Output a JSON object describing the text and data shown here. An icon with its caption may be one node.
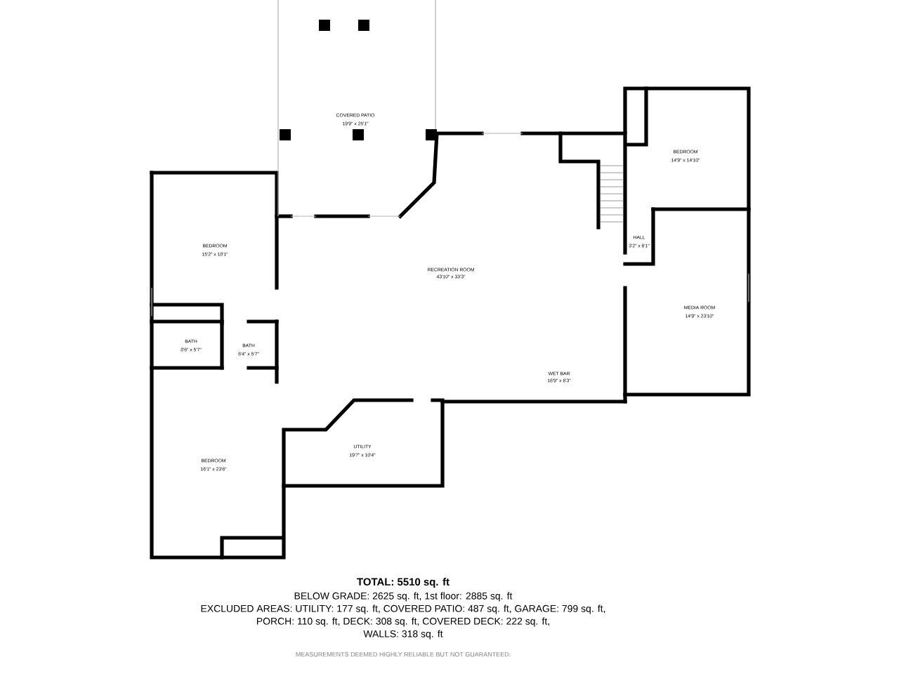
{
  "diagram": {
    "labels": [
      "COVERED PATIO",
      "19'9\" x 25'1\"",
      "BEDROOM",
      "14'9\" x 14'10\"",
      "HALL",
      "3'2\" x 6'1\"",
      "BEDROOM",
      "15'2\" x 18'1\"",
      "RECREATION ROOM",
      "43'10\" x 33'3\"",
      "MEDIA ROOM",
      "14'9\" x 23'10\"",
      "BATH",
      "8'6\" x 5'7\"",
      "BATH",
      "6'4\" x 5'7\"",
      "WET BAR",
      "16'9\" x 6'3\"",
      "UTILITY",
      "19'7\" x 10'4\"",
      "BEDROOM",
      "16'1\" x 23'6\"",
      "TOTAL: 5510 sq. ft",
      "BELOW GRADE: 2625 sq. ft, 1st floor: 2885 sq. ft",
      "EXCLUDED AREAS: UTILITY: 177 sq. ft, COVERED PATIO: 487 sq. ft, GARAGE: 799 sq. ft,",
      "PORCH: 110 sq. ft, DECK: 308 sq. ft, COVERED DECK: 222 sq. ft,",
      "WALLS: 318 sq. ft",
      "MEASUREMENTS DEEMED HIGHLY RELIABLE BUT NOT GUARANTEED."
    ]
  }
}
